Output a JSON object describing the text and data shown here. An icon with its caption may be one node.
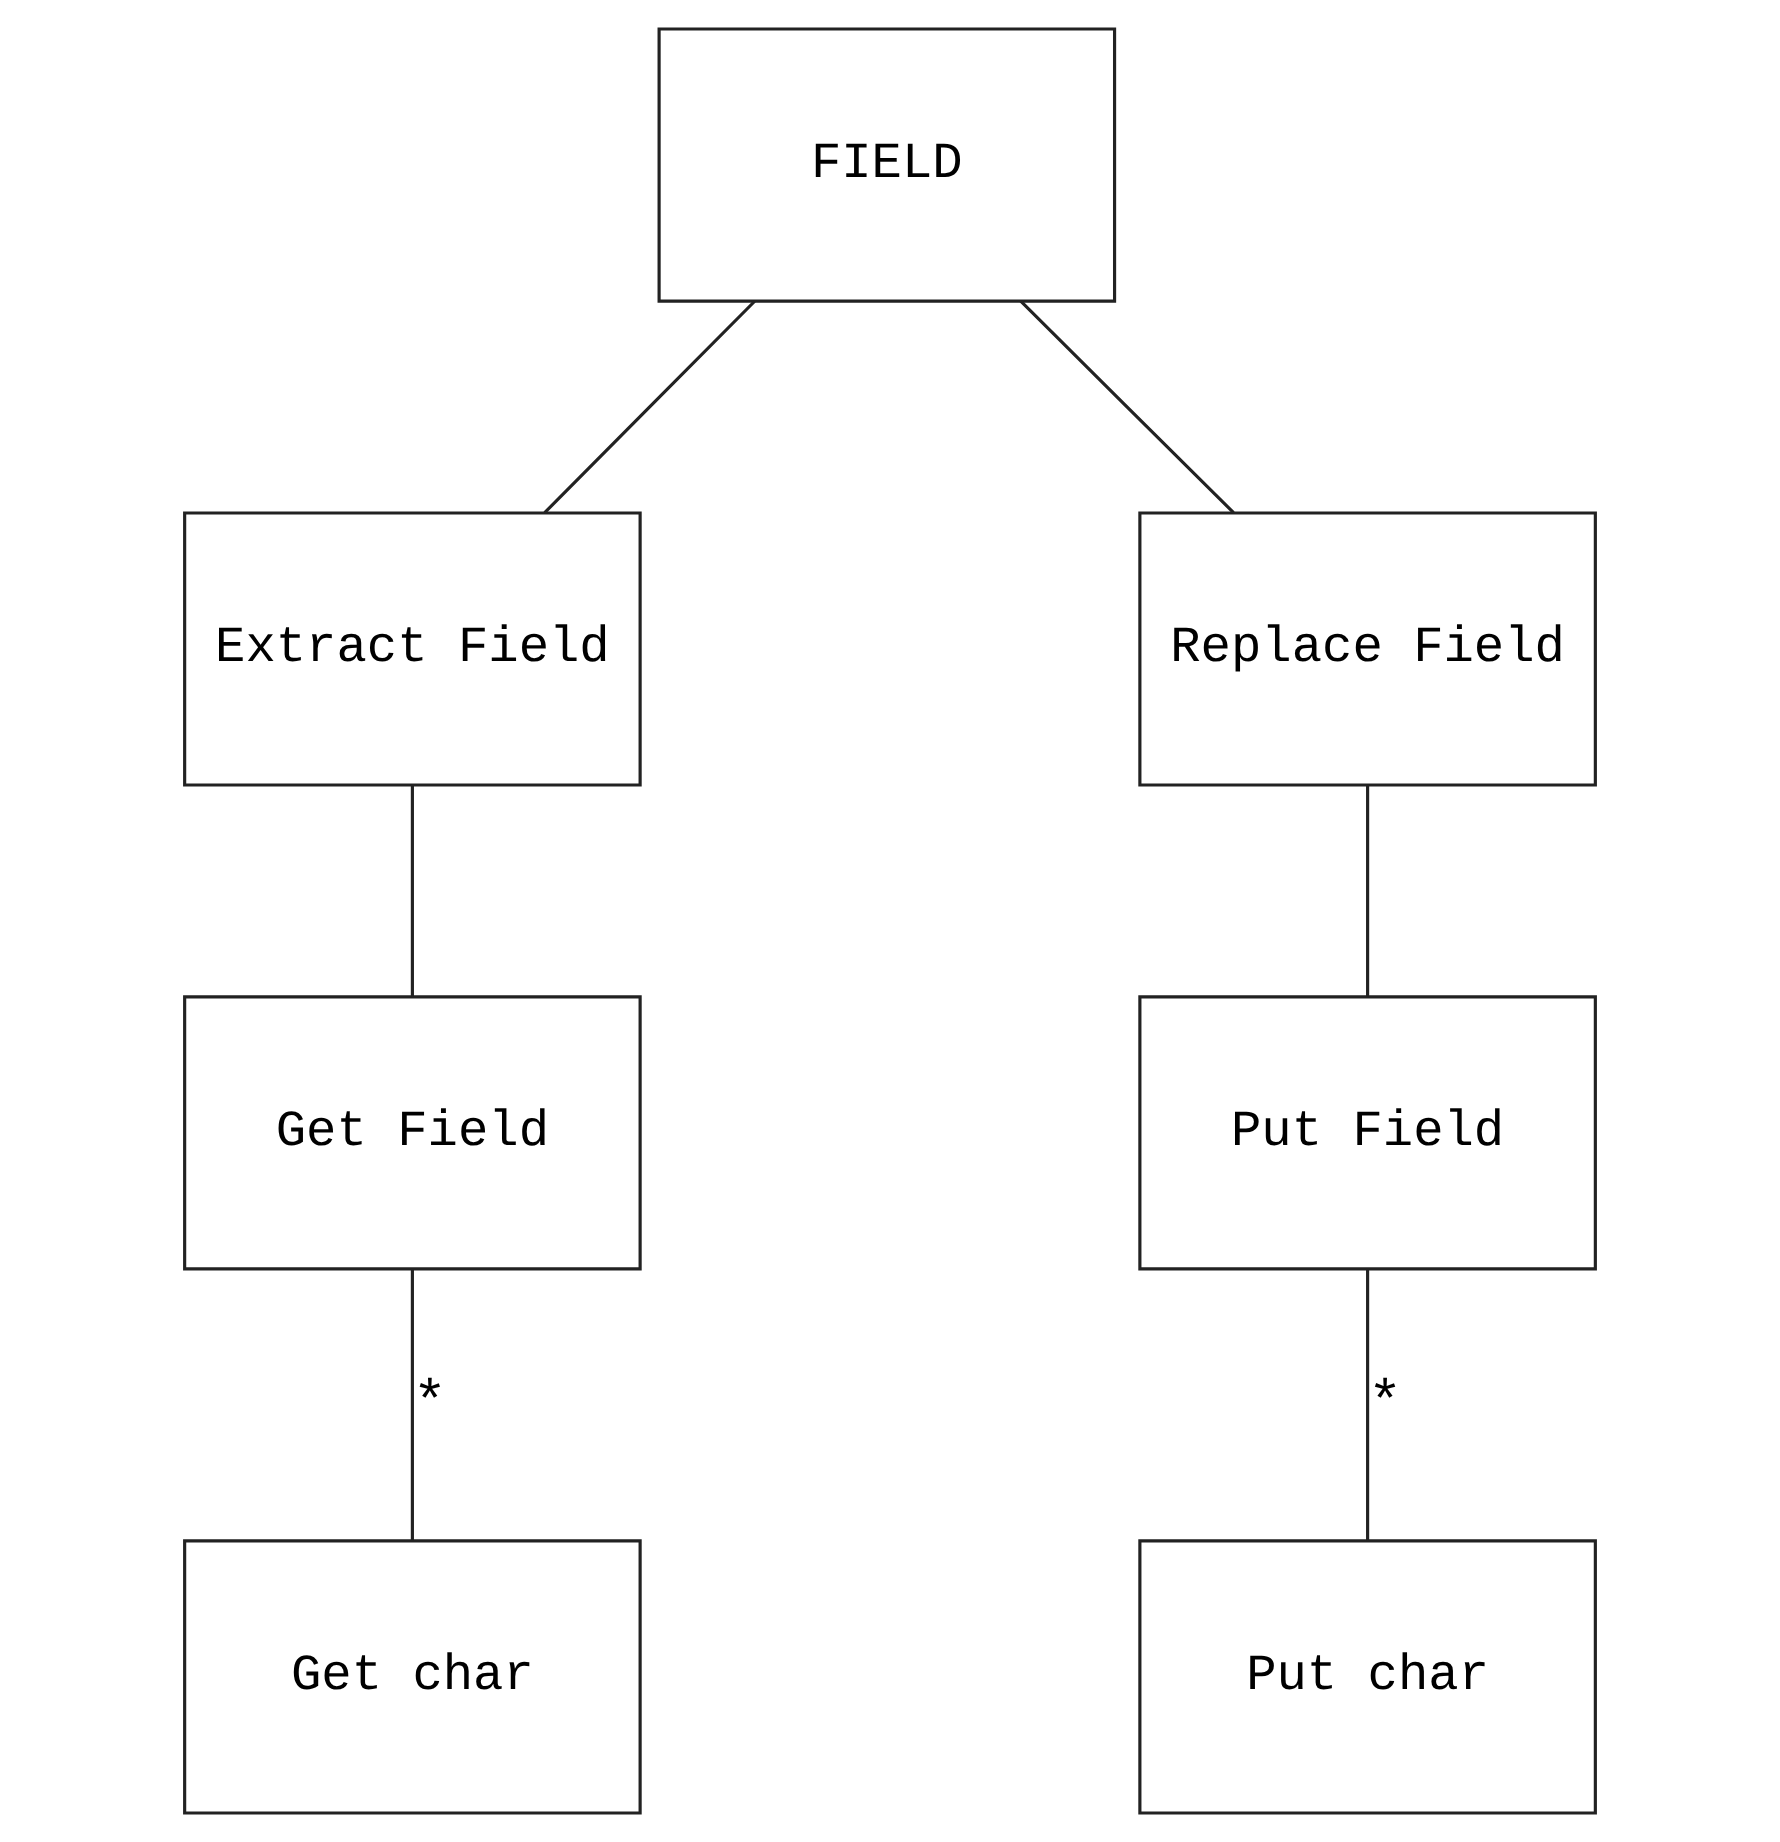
{
  "diagram": {
    "nodes": [
      {
        "text": [
          "FIELD"
        ]
      },
      {
        "text": [
          "Extract Field"
        ]
      },
      {
        "text": [
          "Replace Field"
        ]
      },
      {
        "text": [
          "Get Field"
        ]
      },
      {
        "text": [
          "Put Field"
        ]
      },
      {
        "text": [
          "Get char"
        ]
      },
      {
        "text": [
          "Put char"
        ]
      }
    ],
    "edges": [
      {
        "from": 0,
        "to": 1,
        "arrow": "none"
      },
      {
        "from": 0,
        "to": 2,
        "arrow": "none"
      },
      {
        "from": 1,
        "to": 3,
        "arrow": "none"
      },
      {
        "from": 2,
        "to": 4,
        "arrow": "none"
      },
      {
        "from": 3,
        "to": 5,
        "arrow": "none",
        "label": "*"
      },
      {
        "from": 4,
        "to": 6,
        "arrow": "none",
        "label": "*"
      }
    ]
  }
}
